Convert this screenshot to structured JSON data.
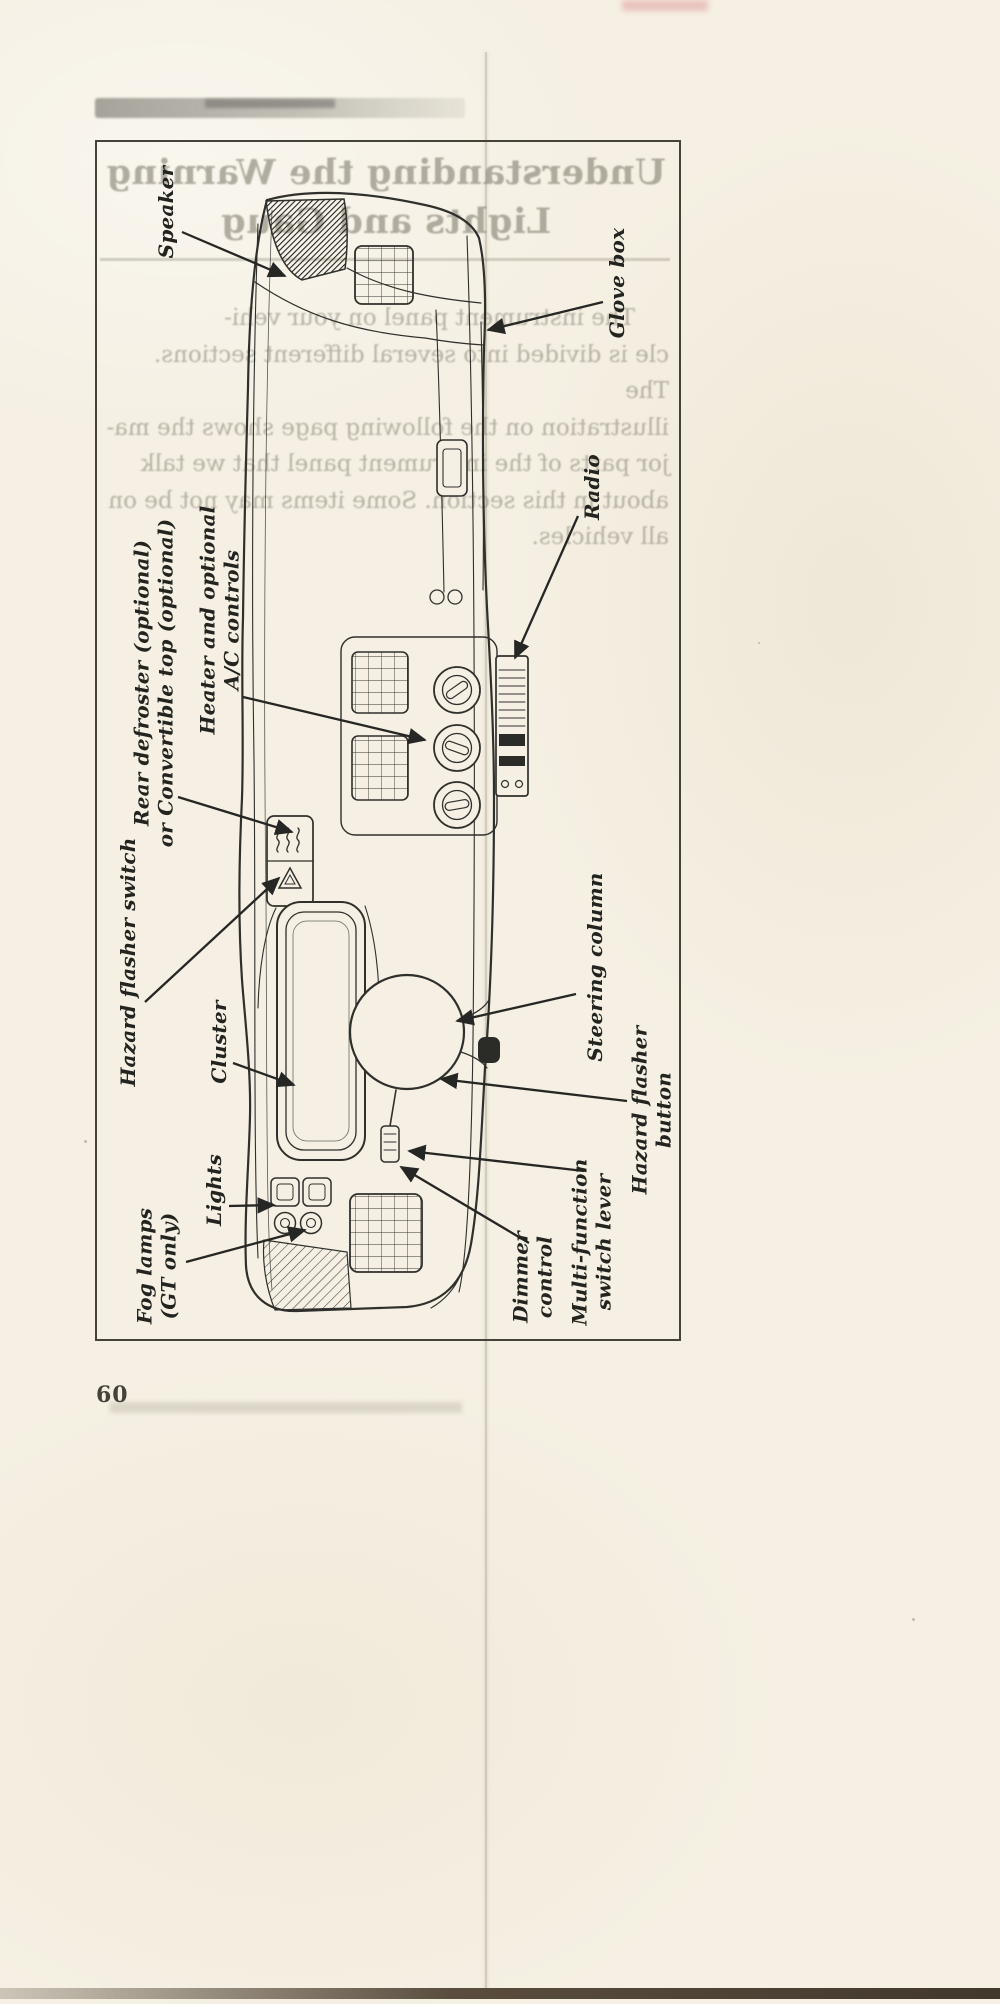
{
  "page": {
    "number": "60"
  },
  "figure": {
    "labels": {
      "speaker": {
        "line1": "Speaker"
      },
      "glove_box": {
        "line1": "Glove box"
      },
      "radio": {
        "line1": "Radio"
      },
      "heater": {
        "line1": "Heater and optional",
        "line2": "A/C controls"
      },
      "rear_defroster": {
        "line1": "Rear defroster (optional)",
        "line2": "or Convertible top (optional)"
      },
      "hazard_switch": {
        "line1": "Hazard flasher switch"
      },
      "cluster": {
        "line1": "Cluster"
      },
      "steering_column": {
        "line1": "Steering column"
      },
      "hazard_button": {
        "line1": "Hazard flasher",
        "line2": "button"
      },
      "lights": {
        "line1": "Lights"
      },
      "fog_lamps": {
        "line1": "Fog lamps",
        "line2": "(GT only)"
      },
      "dimmer": {
        "line1": "Dimmer",
        "line2": "control"
      },
      "multi_function": {
        "line1": "Multi-function",
        "line2": "switch lever"
      }
    }
  },
  "bleedthrough": {
    "heading_line1": "Understanding the Warning",
    "heading_line2": "Lights and Gaug",
    "body_lines": [
      "The instrument panel on your vehi-",
      "cle is divided into several different sections. The",
      "illustration on the following page shows the ma-",
      "jor parts of the instrument panel that we talk",
      "about in this section. Some items may not be on",
      "all vehicles."
    ]
  },
  "colors": {
    "paper": "#f5f0e3",
    "ink": "#2b2b28",
    "bleed_text": "#6e6a5c",
    "border": "#45423a"
  }
}
